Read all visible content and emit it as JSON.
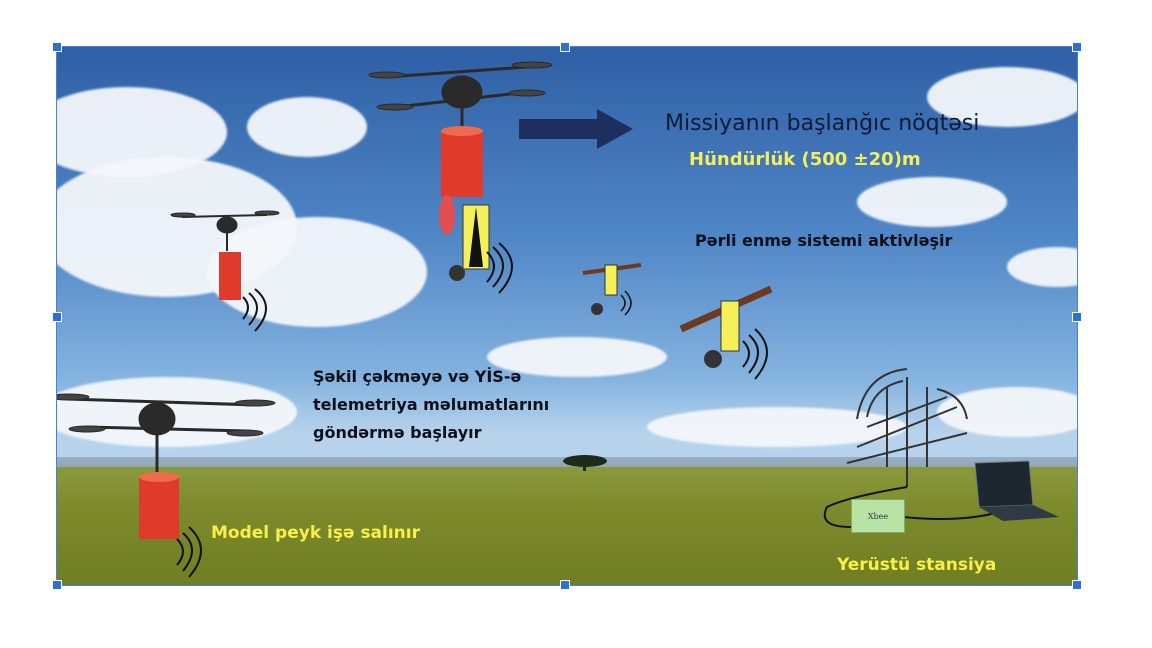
{
  "labels": {
    "mission_start": "Missiyanın başlanğıc nöqtəsi",
    "altitude": "Hündürlük (500 ±20)m",
    "parachute": "Pərli enmə sistemi aktivləşir",
    "photo_line1": "Şəkil çəkməyə və YİS-ə",
    "photo_line2": "telemetriya məlumatlarını",
    "photo_line3": "göndərmə başlayır",
    "model_launch": "Model peyk işə salınır",
    "ground_station": "Yerüstü stansiya",
    "xbee": "Xbee"
  },
  "colors": {
    "arrow": "#1d2e5f",
    "cansat_red": "#e03a2c",
    "cansat_yellow": "#f5f05a",
    "label_yellow": "#f8f04a"
  },
  "icons": [
    "drone-icon",
    "cansat-icon",
    "parachute-rotor-icon",
    "antenna-icon",
    "laptop-icon",
    "signal-waves-icon"
  ]
}
